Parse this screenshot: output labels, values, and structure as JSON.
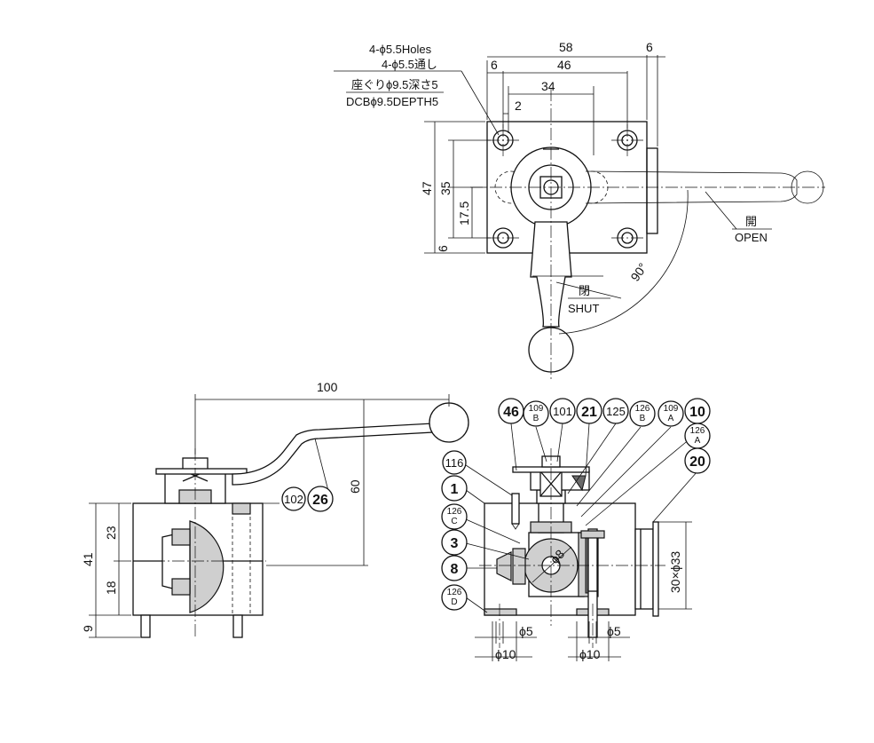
{
  "top_view": {
    "holes_note_en": "4-ϕ5.5Holes",
    "holes_note_jp": "4-ϕ5.5通し",
    "counterbore_jp": "座ぐりϕ9.5深さ5",
    "counterbore_en": "DCBϕ9.5DEPTH5",
    "dim_58": "58",
    "dim_6_top_right": "6",
    "dim_6_top_left": "6",
    "dim_46": "46",
    "dim_34": "34",
    "dim_2": "2",
    "dim_47": "47",
    "dim_35": "35",
    "dim_17_5": "17.5",
    "dim_6_left": "6",
    "open_jp": "開",
    "open_en": "OPEN",
    "shut_jp": "閉",
    "shut_en": "SHUT",
    "angle": "90°"
  },
  "side_view": {
    "dim_100": "100",
    "dim_60": "60",
    "dim_41": "41",
    "dim_23": "23",
    "dim_18": "18",
    "dim_9": "9"
  },
  "section_view": {
    "dim_phi8": "ϕ8",
    "dim_30x33": "30×ϕ33",
    "dim_phi5_left": "ϕ5",
    "dim_phi10_left": "ϕ10",
    "dim_phi5_right": "ϕ5",
    "dim_phi10_right": "ϕ10"
  },
  "balloons": {
    "b46": "46",
    "b109b_num": "109",
    "b109b_sub": "B",
    "b101": "101",
    "b21": "21",
    "b125": "125",
    "b126b_num": "126",
    "b126b_sub": "B",
    "b109a_num": "109",
    "b109a_sub": "A",
    "b10": "10",
    "b126a_num": "126",
    "b126a_sub": "A",
    "b20": "20",
    "b116": "116",
    "b1": "1",
    "b126c_num": "126",
    "b126c_sub": "C",
    "b3": "3",
    "b8": "8",
    "b126d_num": "126",
    "b126d_sub": "D",
    "b102": "102",
    "b26": "26"
  }
}
